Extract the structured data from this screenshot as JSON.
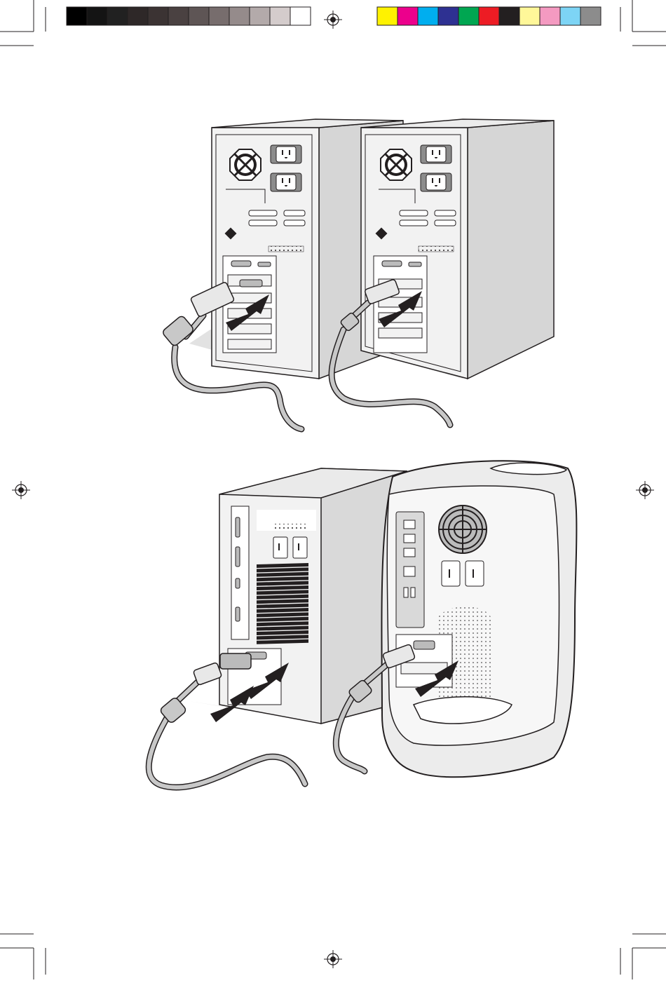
{
  "print_marks": {
    "grayscale_bar": [
      "#000000",
      "#141414",
      "#212121",
      "#2e2828",
      "#3b3333",
      "#4a4141",
      "#5e5555",
      "#776d6d",
      "#958b8b",
      "#b3aaaa",
      "#d4cccc",
      "#ffffff"
    ],
    "color_bar": [
      "#fff200",
      "#ec008c",
      "#00aeef",
      "#2e3192",
      "#00a651",
      "#ed1c24",
      "#231f20",
      "#fff799",
      "#f49ac1",
      "#7dd4f5",
      "#8c8c8c"
    ]
  },
  "figures": {
    "top": {
      "description_icons": [
        "tower-pc-with-db15-card",
        "tower-pc-with-db15-card"
      ]
    },
    "bottom": {
      "description_icons": [
        "desktop-pc",
        "mac-g4-tower"
      ]
    }
  },
  "colors": {
    "line": "#231f20",
    "case_fill": "#f2f2f2",
    "case_side": "#d9d9d9",
    "shadow": "#dcdcdc",
    "cable": "#c8c8c8",
    "arrow": "#231f20"
  }
}
